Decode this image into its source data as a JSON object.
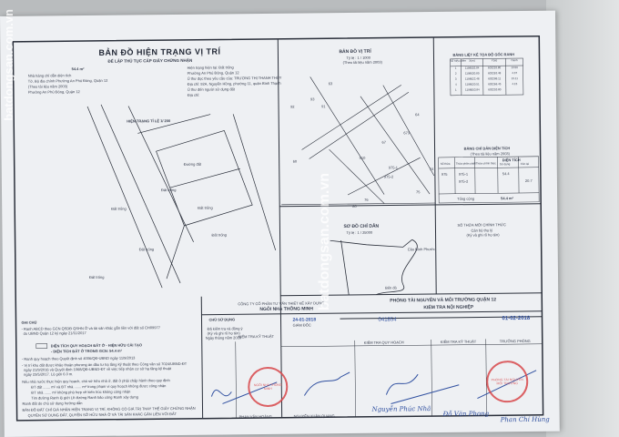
{
  "watermark": "batdongsan.com.vn",
  "left_panel": {
    "title": "BẢN ĐỒ HIỆN TRẠNG VỊ TRÍ",
    "subtitle": "ĐỂ LẬP THỦ TỤC CẤP GIẤY CHỨNG NHẬN",
    "area_value": "54.4 m²",
    "info_left": [
      "Nhà hàng chỉ dẫn diện tích",
      "Tờ, Bộ địa chính Phường An Phú Đông, Quận 12",
      "(Theo tài liệu năm 2003)",
      "Phường An Phú Đông, Quận 12"
    ],
    "info_right": [
      "Hiện trạng hiện tại: Đất trống",
      "Phường An Phú Đông, Quận 12",
      "Ủ thư đọc theo yêu cầu của: TRƯƠNG THỊ THANH THỦY",
      "Địa chỉ: 92A, Nguyễn Hồng, phường 11, quận Bình Thạnh",
      "Ủ thư đến người sử dụng đất",
      "Địa chỉ:"
    ],
    "scale_label": "HIỆN TRẠNG TỈ LỆ 1/ 200",
    "map_labels": [
      "Đường đất",
      "Đất trống",
      "Đất trống",
      "Đất trống",
      "Đất trống",
      "Đất trống",
      "Đất trống"
    ],
    "notes": {
      "heading": "GHI CHÚ",
      "lines": [
        "- Ranh ABCD theo GCN QSDĐ QSHN Ở và tài sản khác gắn liền với đất số CH09977",
        "do UBND Quận 12 ký ngày 21/11/2017",
        "DIỆN TÍCH QUY HOẠCH ĐẤT Ở - HIỆN HỮU CẢI TẠO",
        "- DIỆN TÍCH ĐẤT Ở TRONG GCN: 54.4 m²",
        "- Ranh quy hoạch theo Quyết định số 4006/QĐ-UBND ngày 11/9/2013",
        "- Vị trí khu đất được khảo thuận phương án đầu tư hạ tầng kỹ thuật theo Công văn số 7024/UBND-ĐT",
        "ngày 21/9/2016 và Quyết định 1068/QĐ-UBND-ĐT về việc tiếp nhận cơ sở hạ tầng kỹ thuật",
        "ngày 23/5/2017. Lộ giới 6.0 m.",
        "Nếu nhà nước thực hiện quy hoạch, chủ sử hữu nhà ở, đất ở phải chấp hành theo quy định",
        "ĐT đất ....... m² và ĐT nhà ....... m² trong phạm vi quy hoạch không được công nhận",
        "ĐT nhà ....... m² không phù hợp về kiến trúc không công nhận",
        "Tim đường   Ranh lộ giới   Lề đường   Ranh bảo công   Ranh xây dựng",
        "Ranh đất do chủ sử dụng hướng dẫn",
        "BẢN ĐỒ ĐẤT CHỈ GIÁ NHẬN HIỆN TRẠNG VỊ TRÍ, KHÔNG CÓ GIÁ TRỊ THAY THẾ GIẤY CHỨNG NHẬN",
        "QUYỀN SỬ DỤNG ĐẤT, QUYỀN SỞ HỮU NHÀ Ở VÀ TÀI SẢN KHÁC GẮN LIỀN VỚI ĐẤT"
      ]
    }
  },
  "location_map": {
    "title": "BẢN ĐỒ VỊ TRÍ",
    "scale": "Tỷ lệ : 1 / 1000",
    "source": "(Theo tài liệu năm 2003)",
    "parcels": [
      "63",
      "93",
      "92",
      "91",
      "64",
      "60",
      "910",
      "673",
      "67",
      "74",
      "75",
      "76",
      "80",
      "975-1",
      "975-2"
    ]
  },
  "coords_table": {
    "title": "BẢNG LIỆT KÊ TỌA ĐỘ GÓC RANH",
    "headers": [
      "Số hiệu điểm",
      "X(m)",
      "Y(m)",
      "Cạnh"
    ],
    "rows": [
      [
        "1",
        "1198003.84",
        "603253.80",
        "13.50"
      ],
      [
        "2",
        "1198020.80",
        "603263.48",
        "4.37"
      ],
      [
        "3",
        "1198022.48",
        "603286.11",
        "13.11"
      ],
      [
        "4",
        "1198020.51",
        "603266.45",
        "4.15"
      ],
      [
        "1",
        "1198003.84",
        "603253.80",
        ""
      ]
    ]
  },
  "area_table": {
    "title": "BẢNG CHỈ DẪN DIỆN TÍCH",
    "source": "(Theo tài liệu năm 2003)",
    "headers": [
      "Số thửa",
      "Thửa phân chiết",
      "Thửa chính thức",
      "Sử dụng",
      "Còn lại"
    ],
    "group_header": "DIỆN TÍCH",
    "rows": [
      [
        "975",
        "975-1",
        "",
        "54.4",
        ""
      ],
      [
        "",
        "975-2",
        "",
        "",
        "20.7"
      ]
    ],
    "total_label": "Tổng cộng",
    "total_value": "54.4 m²"
  },
  "guide_map": {
    "title": "SƠ ĐỒ CHỈ DẪN",
    "scale": "Tỷ lệ : 1 / 25000",
    "labels": [
      "Cầu Bình Phước",
      "Bến đò"
    ]
  },
  "new_parcel": {
    "title": "SỐ THỬA MỚI CHÍNH THỨC",
    "line1": "Cán bộ thụ lý",
    "line2": "(Ký và ghi rõ họ tên)"
  },
  "signatures": {
    "owner": {
      "title": "CHỦ SỬ DỤNG",
      "text": "Đã kiểm tra và đồng ý",
      "text2": "(Ký và ghi rõ họ tên)",
      "date": "Ngày   tháng   năm 2018"
    },
    "company": {
      "line1": "CÔNG TY CỔ PHẦN TƯ VẤN THIẾT KẾ XÂY DỰNG",
      "line2": "NGÔI NHÀ THÔNG MINH",
      "date": "24-01-2018",
      "director": "GIÁM ĐỐC",
      "check": "KIỂM TRA KỸ THUẬT",
      "name1": "PHAN VĂN HOÀNG",
      "name2": "NGUYỄN XUÂN QUANG"
    },
    "office": {
      "line1": "PHÒNG TÀI NGUYÊN VÀ MÔI TRƯỜNG QUẬN 12",
      "line2": "KIỂM TRA NỘI NGHIỆP",
      "number": "041854",
      "date": "01-02-2018",
      "col1": "KIỂM TRA QUY HOẠCH",
      "col2": "KIỂM TRA KỸ THUẬT",
      "col3": "TRƯỞNG PHÒNG",
      "sig1": "Nguyễn Phúc Nhã",
      "sig2": "Đỗ Văn Phong",
      "sig3": "Phan Chí Hùng",
      "stamp": "PHÒNG TÀI NGUYÊN MÔI TRƯỜNG"
    }
  },
  "colors": {
    "paper": "#eef0f3",
    "ink": "#2a2f3a",
    "stamp": "#d8474a",
    "pen": "#3050a0"
  }
}
